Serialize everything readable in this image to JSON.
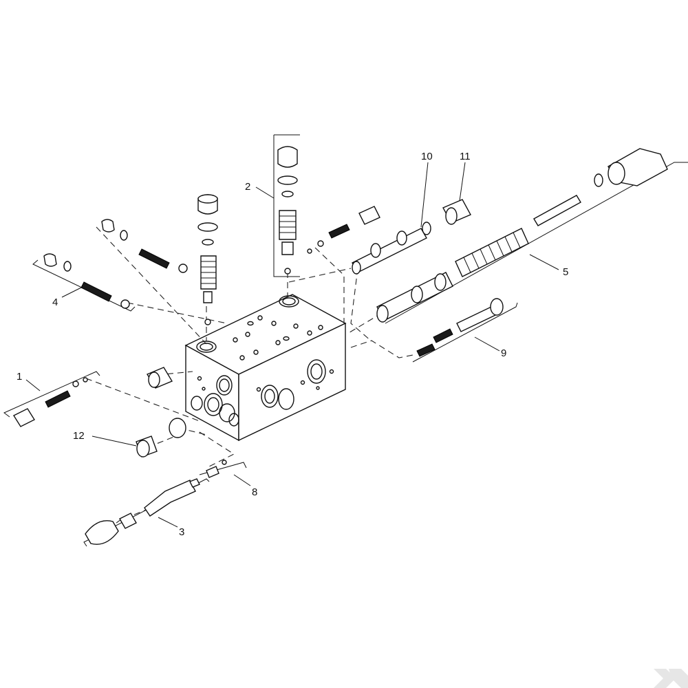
{
  "callouts": [
    {
      "id": "c1",
      "text": "1"
    },
    {
      "id": "c2",
      "text": "2"
    },
    {
      "id": "c3",
      "text": "3"
    },
    {
      "id": "c4",
      "text": "4"
    },
    {
      "id": "c5",
      "text": "5"
    },
    {
      "id": "c8",
      "text": "8"
    },
    {
      "id": "c9",
      "text": "9"
    },
    {
      "id": "c10",
      "text": "10"
    },
    {
      "id": "c11",
      "text": "11"
    },
    {
      "id": "c12",
      "text": "12"
    }
  ],
  "logo": {
    "text": "K",
    "color": "#e6e6e6"
  },
  "colors": {
    "line": "#111111",
    "background": "#ffffff"
  }
}
